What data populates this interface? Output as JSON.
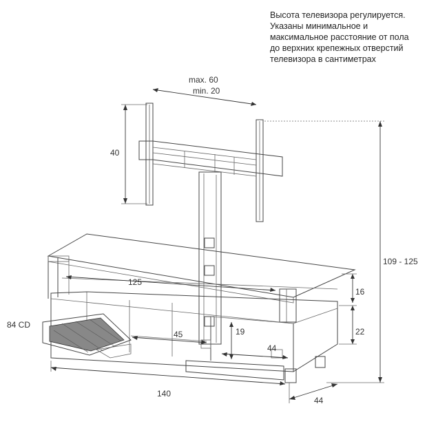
{
  "note": {
    "lines": [
      "Высота телевизора регулируется.",
      "Указаны минимальное и",
      "максимальное  расстояние от пола",
      "до верхних крепежных отверстий",
      "телевизора в сантиметрах"
    ]
  },
  "dimensions": {
    "mount_width_max": "max. 60",
    "mount_width_min": "min. 20",
    "mount_height": "40",
    "total_height": "109 - 125",
    "top_shelf_width": "125",
    "top_shelf_height": "16",
    "lower_height": "22",
    "cd_capacity": "84 CD",
    "middle_width": "45",
    "compartment_height": "19",
    "compartment_width": "44",
    "total_width": "140",
    "depth": "44"
  }
}
